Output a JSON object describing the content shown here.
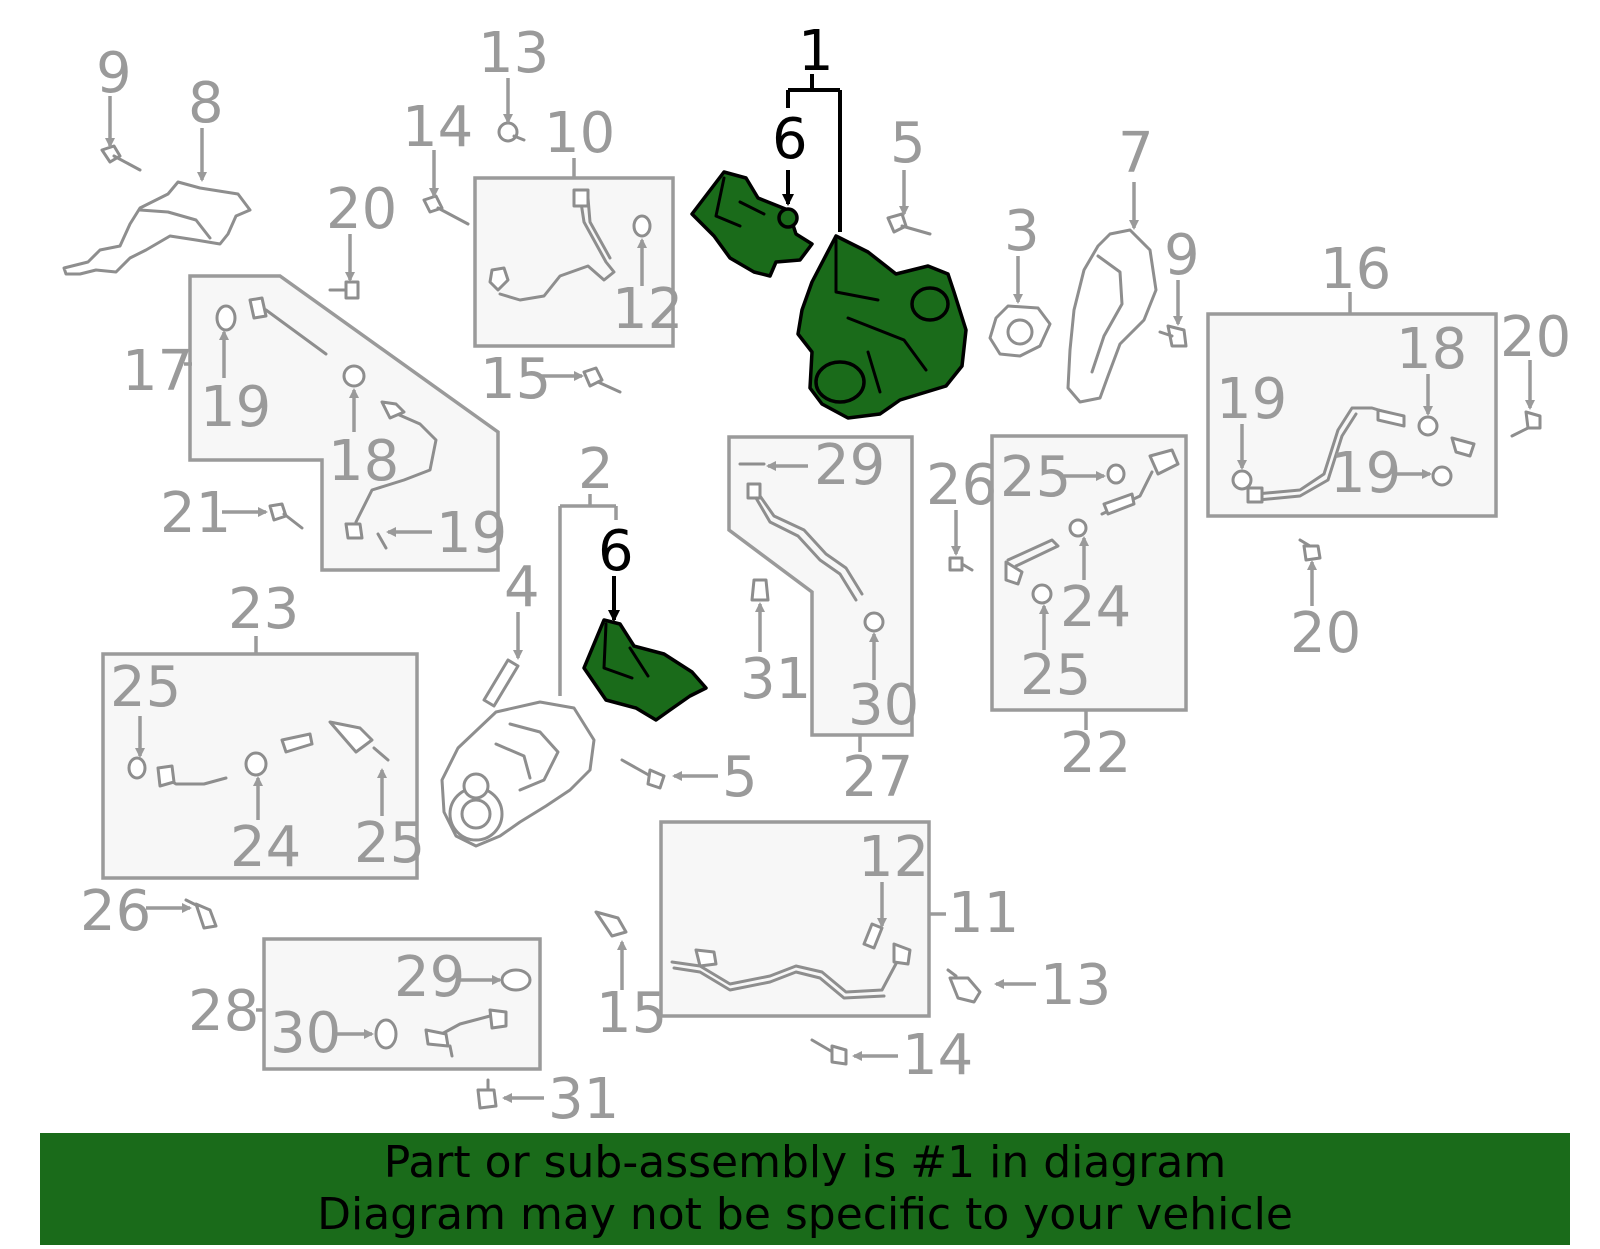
{
  "callouts": {
    "c1": "1",
    "c2": "2",
    "c3": "3",
    "c4": "4",
    "c5a": "5",
    "c5b": "5",
    "c6a": "6",
    "c6b": "6",
    "c7": "7",
    "c8": "8",
    "c9a": "9",
    "c9b": "9",
    "c10": "10",
    "c11": "11",
    "c12a": "12",
    "c12b": "12",
    "c13a": "13",
    "c13b": "13",
    "c14a": "14",
    "c14b": "14",
    "c15a": "15",
    "c15b": "15",
    "c16": "16",
    "c17": "17",
    "c18a": "18",
    "c18b": "18",
    "c19a": "19",
    "c19b": "19",
    "c19c": "19",
    "c19d": "19",
    "c20a": "20",
    "c20b": "20",
    "c20c": "20",
    "c21": "21",
    "c22": "22",
    "c23": "23",
    "c24a": "24",
    "c24b": "24",
    "c25a": "25",
    "c25b": "25",
    "c25c": "25",
    "c25d": "25",
    "c26a": "26",
    "c26b": "26",
    "c27": "27",
    "c28": "28",
    "c29a": "29",
    "c29b": "29",
    "c30a": "30",
    "c30b": "30",
    "c31a": "31",
    "c31b": "31"
  },
  "highlight": {
    "part_number": "1",
    "fill_color": "#1a6b1a"
  },
  "banner": {
    "line1": "Part or sub-assembly is #1 in diagram",
    "line2": "Diagram may not be specific to your vehicle",
    "background": "#1a6b1a"
  }
}
